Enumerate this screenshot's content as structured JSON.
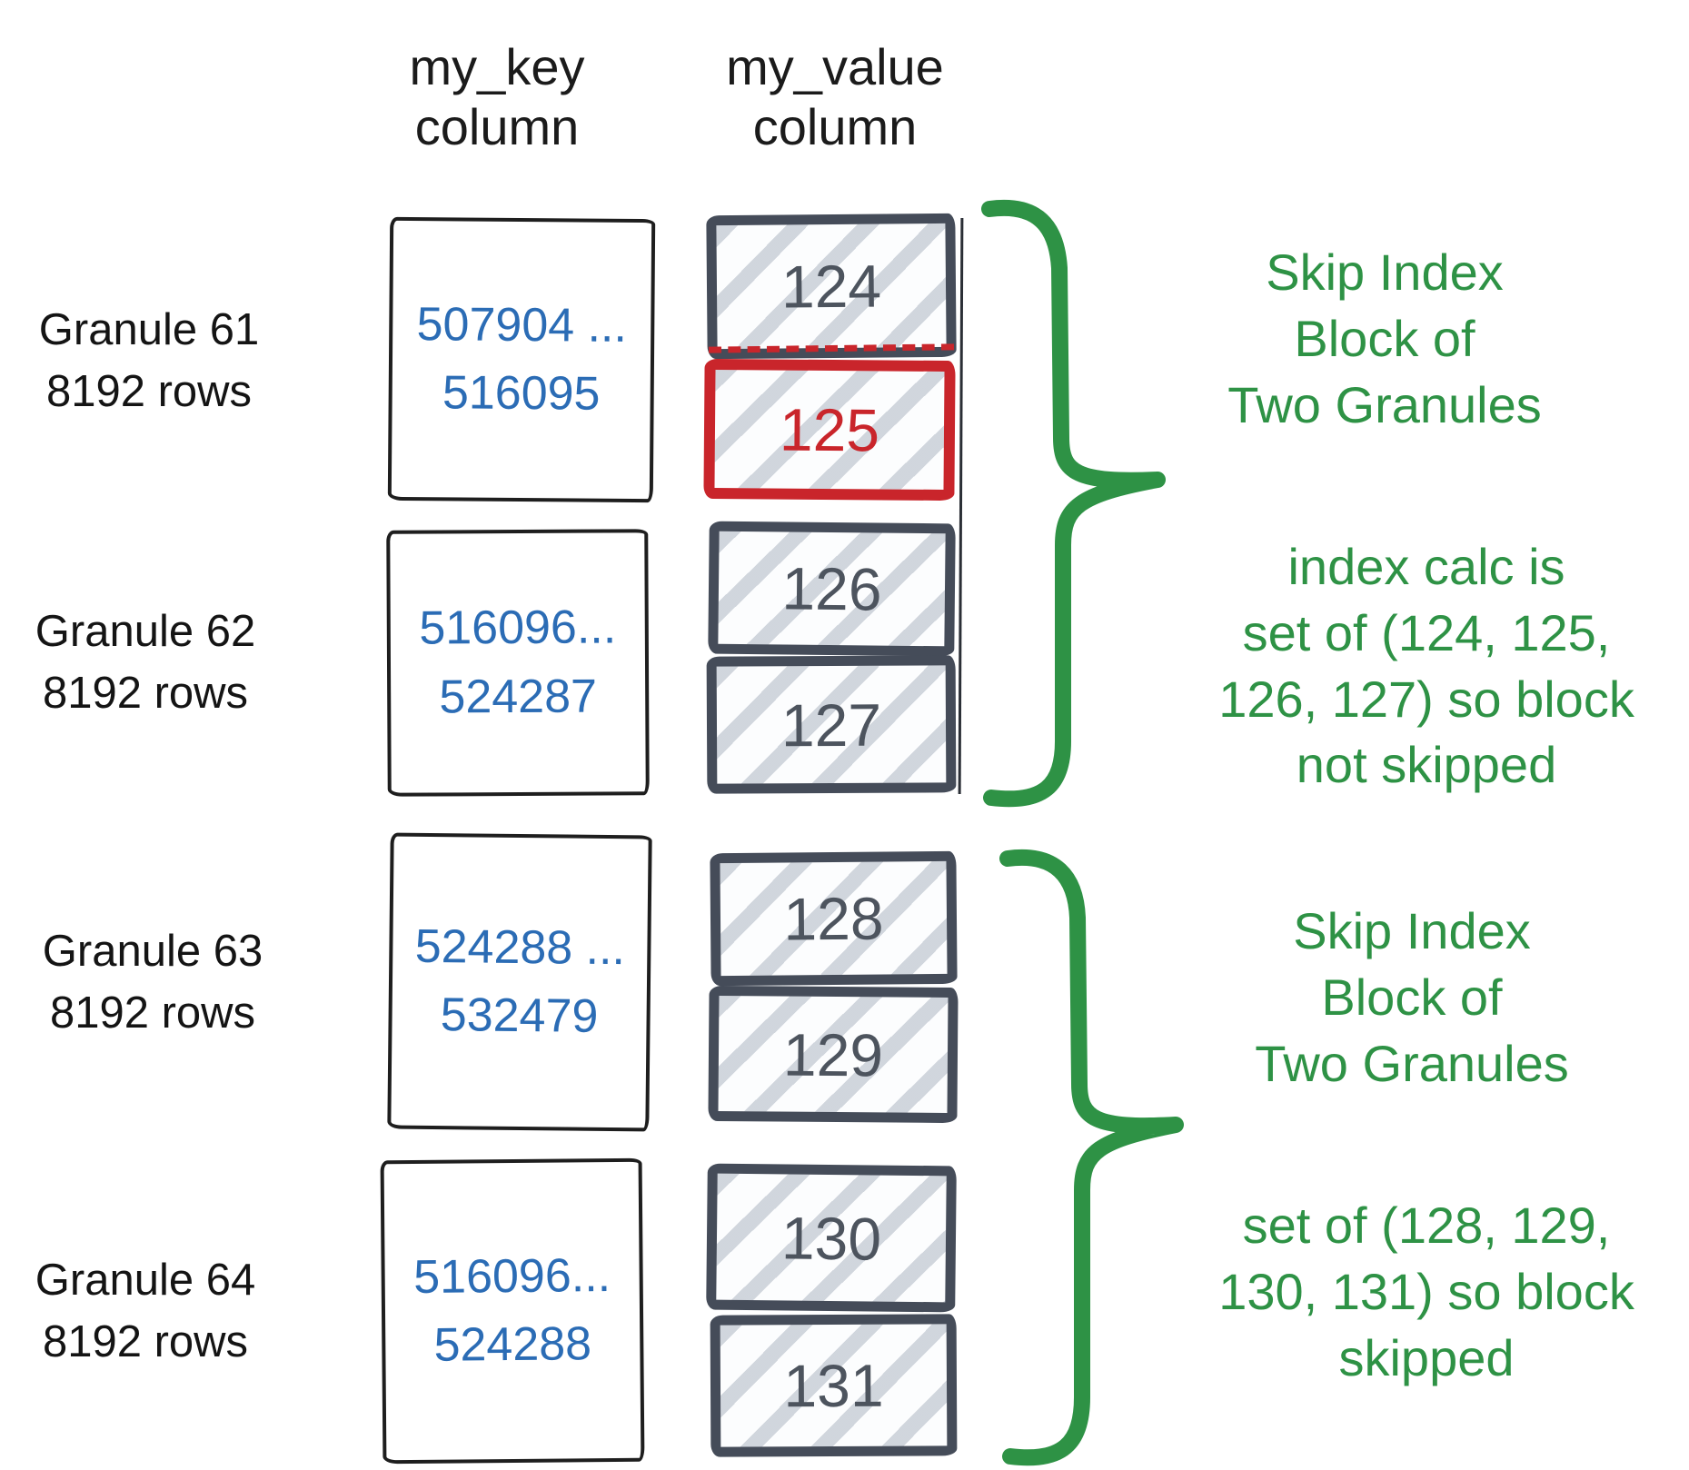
{
  "colors": {
    "green": "#2e9245",
    "blue": "#2b6cb5",
    "red": "#c9252b",
    "dark": "#454c59",
    "gray": "#4d545e"
  },
  "headers": {
    "key": "my_key\ncolumn",
    "value": "my_value\ncolumn"
  },
  "granules": [
    {
      "label": "Granule 61\n8192 rows",
      "key_range": "507904 ...\n516095",
      "values": [
        {
          "num": "124",
          "highlight": false
        },
        {
          "num": "125",
          "highlight": true
        }
      ]
    },
    {
      "label": "Granule 62\n8192 rows",
      "key_range": "516096...\n524287",
      "values": [
        {
          "num": "126",
          "highlight": false
        },
        {
          "num": "127",
          "highlight": false
        }
      ]
    },
    {
      "label": "Granule 63\n8192 rows",
      "key_range": "524288 ...\n532479",
      "values": [
        {
          "num": "128",
          "highlight": false
        },
        {
          "num": "129",
          "highlight": false
        }
      ]
    },
    {
      "label": "Granule 64\n8192 rows",
      "key_range": "516096...\n524288",
      "values": [
        {
          "num": "130",
          "highlight": false
        },
        {
          "num": "131",
          "highlight": false
        }
      ]
    }
  ],
  "annotations": [
    {
      "text": "Skip Index\nBlock of\nTwo Granules"
    },
    {
      "text": "index calc is\nset of (124, 125,\n126, 127) so block\nnot skipped"
    },
    {
      "text": "Skip Index\nBlock of\nTwo Granules"
    },
    {
      "text": "set of (128, 129,\n130, 131) so block\nskipped"
    }
  ]
}
